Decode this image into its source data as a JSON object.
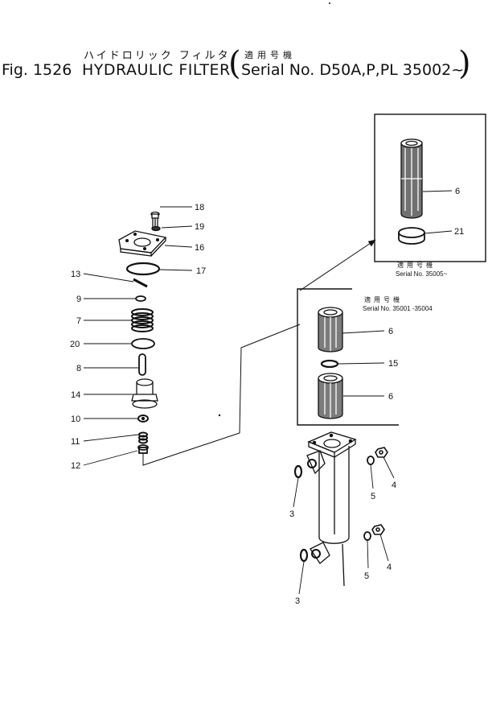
{
  "header": {
    "jp_title": "ハイドロリック フィルタ",
    "fig_label": "Fig. 1526",
    "title": "HYDRAULIC FILTER",
    "jp_serial_label": "適用号機",
    "serial": "Serial No. D50A,P,PL 35002~"
  },
  "callouts": {
    "p18": "18",
    "p19": "19",
    "p16": "16",
    "p13": "13",
    "p17": "17",
    "p9": "9",
    "p7": "7",
    "p20": "20",
    "p8": "8",
    "p14": "14",
    "p10": "10",
    "p11": "11",
    "p12": "12",
    "p6a": "6",
    "p21": "21",
    "p6b": "6",
    "p15": "15",
    "p6c": "6",
    "p3a": "3",
    "p3b": "3",
    "p5a": "5",
    "p5b": "5",
    "p4a": "4",
    "p4b": "4"
  },
  "inset_upper": {
    "jp_label": "適用号機",
    "serial": "Serial No. 35005~"
  },
  "inset_lower": {
    "jp_label": "適用号機",
    "serial": "Serial No. 35001 -35004"
  }
}
